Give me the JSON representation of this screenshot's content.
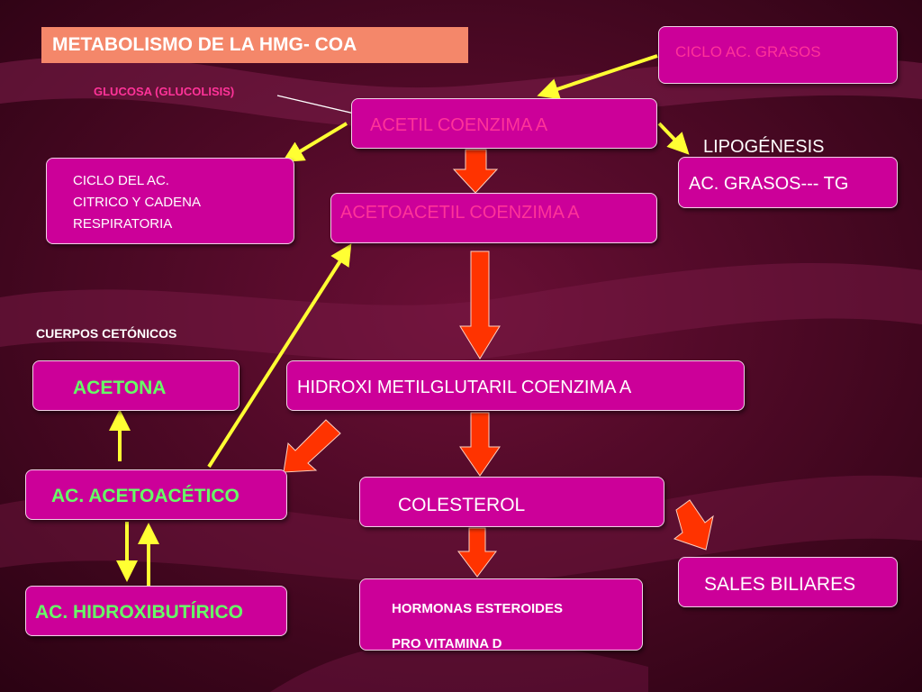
{
  "title": "METABOLISMO DE LA HMG- COA",
  "labels": {
    "glucosa": "GLUCOSA (GLUCOLISIS)",
    "lipogenesis": "LIPOGÉNESIS",
    "cuerpos": "CUERPOS CETÓNICOS"
  },
  "nodes": {
    "ciclo_grasos": "CICLO AC. GRASOS",
    "acetil": "ACETIL COENZIMA A",
    "acetoacetil": "ACETOACETIL COENZIMA A",
    "ciclo_citrico": [
      "CICLO DEL AC.",
      "CITRICO Y CADENA",
      "RESPIRATORIA"
    ],
    "ac_grasos_tg": "AC. GRASOS--- TG",
    "acetona": "ACETONA",
    "hmg": "HIDROXI METILGLUTARIL COENZIMA A",
    "acetoacetico": "AC. ACETOACÉTICO",
    "colesterol": "COLESTEROL",
    "hidroxibutirico": "AC. HIDROXIBUTÍRICO",
    "sales": "SALES BILIARES",
    "hormonas": "HORMONAS ESTEROIDES",
    "provitamina": "PRO VITAMINA  D"
  },
  "colors": {
    "background": "#5a0a2a",
    "node_fill": "#cc0099",
    "title_fill": "#f4876a",
    "arrow_red": "#ff3300",
    "arrow_yellow": "#ffff33",
    "text_pink": "#ff3399",
    "text_green": "#66ff66"
  }
}
